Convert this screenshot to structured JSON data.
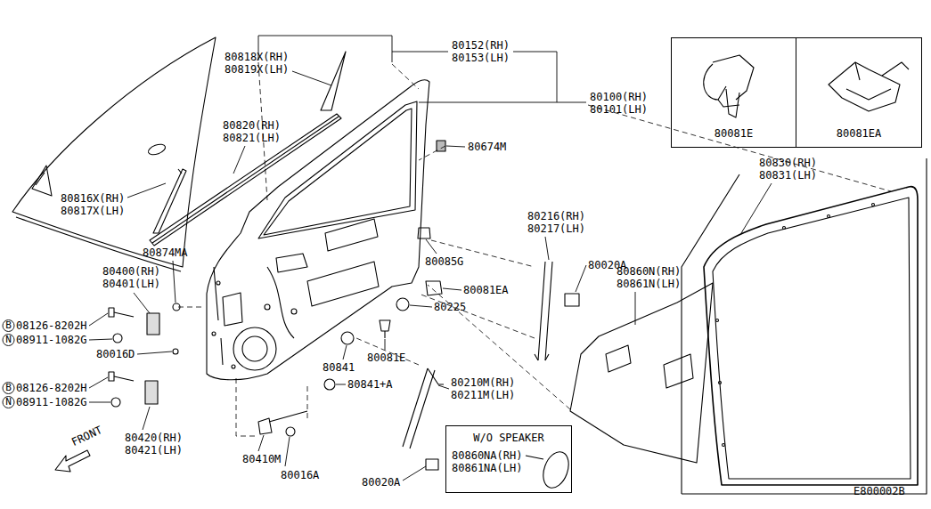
{
  "diagram": {
    "nodes": [
      {
        "text": [
          "80081E"
        ]
      },
      {
        "text": [
          "80081EA"
        ]
      },
      {
        "text": [
          "W/O SPEAKER",
          "80860NA(RH) 80861NA(LH)"
        ]
      }
    ],
    "labels": [
      "80152(RH) 80153(LH)",
      "80818X(RH) 80819X(LH)",
      "80100(RH) 80101(LH)",
      "80674M",
      "80820(RH) 80821(LH)",
      "80816X(RH) 80817X(LH)",
      "80874MA",
      "80085G",
      "80216(RH) 80217(LH)",
      "80020A",
      "80400(RH) 80401(LH)",
      "80081EA",
      "80860N(RH) 80861N(LH)",
      "80225",
      "B",
      "08126-8202H",
      "N",
      "08911-1082G",
      "80016D",
      "80841",
      "80081E",
      "80841+A",
      "80210M(RH) 80211M(LH)",
      "B",
      "08126-8202H",
      "N",
      "08911-1082G",
      "80420(RH) 80421(LH)",
      "FRONT",
      "80410M",
      "80016A",
      "80020A",
      "80830(RH) 80831(LH)",
      "E800002B"
    ]
  }
}
